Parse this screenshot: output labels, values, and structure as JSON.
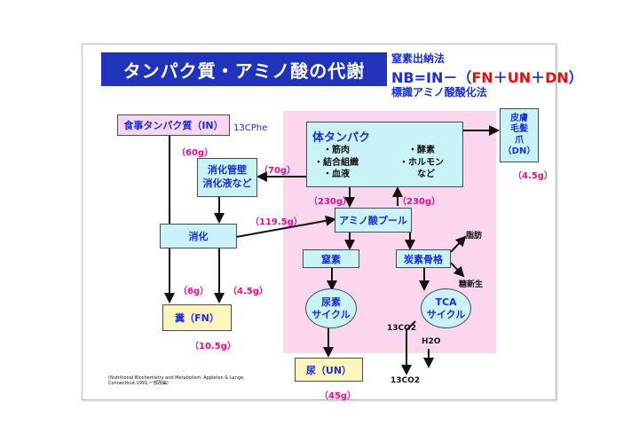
{
  "title": "タンパク質・アミノ酸の代謝",
  "methods": {
    "nitrogen_balance": "窒素出納法",
    "formula_nb": "NB=IN",
    "formula_minus": "－（",
    "formula_fn": "FN",
    "formula_plus1": "＋",
    "formula_un": "UN",
    "formula_plus2": "＋",
    "formula_dn": "DN",
    "formula_close": "）",
    "labeled_amino": "標識アミノ酸酸化法"
  },
  "boxes": {
    "dietary_protein": "食事タンパク質（IN）",
    "c13_phe": "13CPhe",
    "digestive_enzymes_line1": "消化管壁",
    "digestive_enzymes_line2": "消化液など",
    "digestion": "消化",
    "feces": "糞（FN）",
    "body_protein_title": "体タンパク",
    "body_protein_items": [
      "・筋肉",
      "・結合組織",
      "・血液"
    ],
    "body_protein_items2": [
      "・酵素",
      "・ホルモン",
      "　など"
    ],
    "amino_pool": "アミノ酸プール",
    "nitrogen": "窒素",
    "carbon_skeleton": "炭素骨格",
    "urea_cycle_line1": "尿素",
    "urea_cycle_line2": "サイクル",
    "tca_line1": "TCA",
    "tca_line2": "サイクル",
    "urine": "尿（UN）",
    "skin_line1": "皮膚",
    "skin_line2": "毛髪",
    "skin_line3": "爪",
    "skin_line4": "（DN）"
  },
  "values": {
    "v60": "（60g）",
    "v70": "（70g）",
    "v230a": "（230g）",
    "v230b": "（230g）",
    "v119": "（119.5g）",
    "v6": "（6g）",
    "v45a": "（4.5g）",
    "v45b": "（4.5g）",
    "v105": "（10.5g）",
    "v45g": "（45g）"
  },
  "labels": {
    "fat": "脂肪",
    "gluconeogenesis": "糖新生",
    "co2_a": "13CO2",
    "h2o": "H2O",
    "co2_b": "13CO2"
  },
  "citation": "(Nutritional Biochemistry and Metabolism. Appleton & Lange, Connecticut,1991,一部改編)",
  "colors": {
    "title_bg": "#2233bb",
    "blue": "#1a2fd6",
    "red": "#e01010",
    "pink_zone": "#fbd6ee",
    "cyan": "#c9f3f8",
    "yellow": "#fdf5bd",
    "value_magenta": "#e0108a"
  }
}
